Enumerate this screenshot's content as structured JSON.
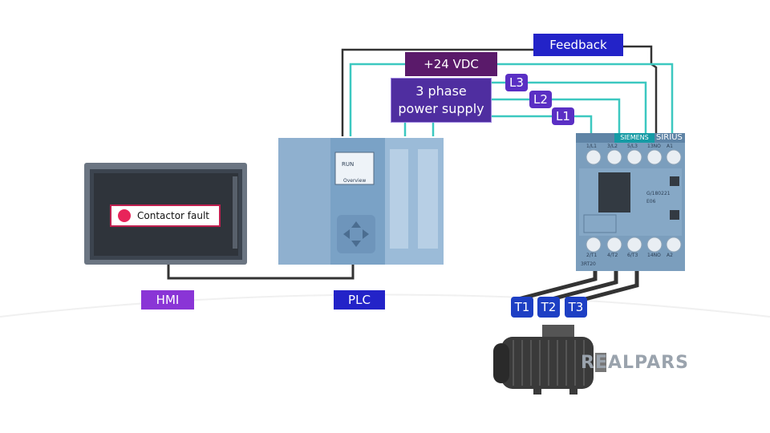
{
  "labels": {
    "feedback": "Feedback",
    "vdc": "+24 VDC",
    "power_supply_line1": "3 phase",
    "power_supply_line2": "power supply",
    "hmi": "HMI",
    "plc": "PLC"
  },
  "phases": {
    "l1": "L1",
    "l2": "L2",
    "l3": "L3"
  },
  "terminals": {
    "t1": "T1",
    "t2": "T2",
    "t3": "T3"
  },
  "hmi_screen": {
    "alarm_text": "Contactor fault"
  },
  "contactor": {
    "brand": "SIEMENS",
    "series": "SIRIUS",
    "top_terminals": [
      "1/L1",
      "3/L2",
      "5/L3",
      "13NO",
      "A1"
    ],
    "bottom_terminals": [
      "2/T1",
      "4/T2",
      "6/T3",
      "14NO",
      "A2"
    ],
    "model": "3RT20",
    "code": "G/180221",
    "rev": "E06"
  },
  "plc_display": {
    "mode": "RUN",
    "menu": "Overview"
  },
  "watermark": "REALPARS",
  "colors": {
    "feedback_bg": "#2323c8",
    "vdc_bg": "#5a1a6a",
    "supply_bg": "#4f2ea0",
    "hmi_bg": "#8a35d6",
    "plc_bg": "#2323c8",
    "phase_bg": "#5a2fc4",
    "terminal_bg": "#1d3fc4",
    "wire_teal": "#3cc8c0",
    "wire_dark": "#333333",
    "device_blue": "#7fa6c8",
    "alarm_red": "#e8245a"
  }
}
